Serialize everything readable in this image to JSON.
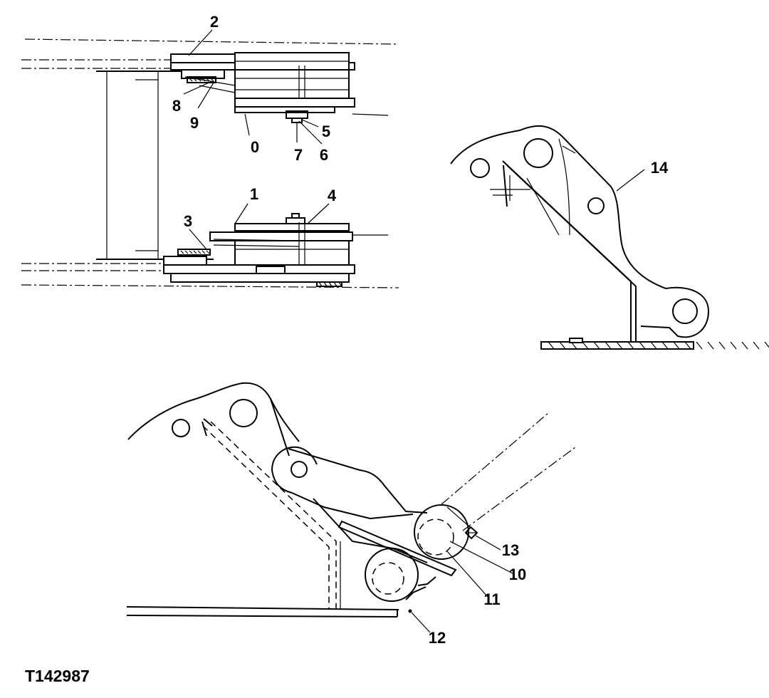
{
  "figure": {
    "id": "T142987",
    "callouts": [
      "0",
      "1",
      "2",
      "3",
      "4",
      "5",
      "6",
      "7",
      "8",
      "9",
      "10",
      "11",
      "12",
      "13",
      "14"
    ]
  }
}
